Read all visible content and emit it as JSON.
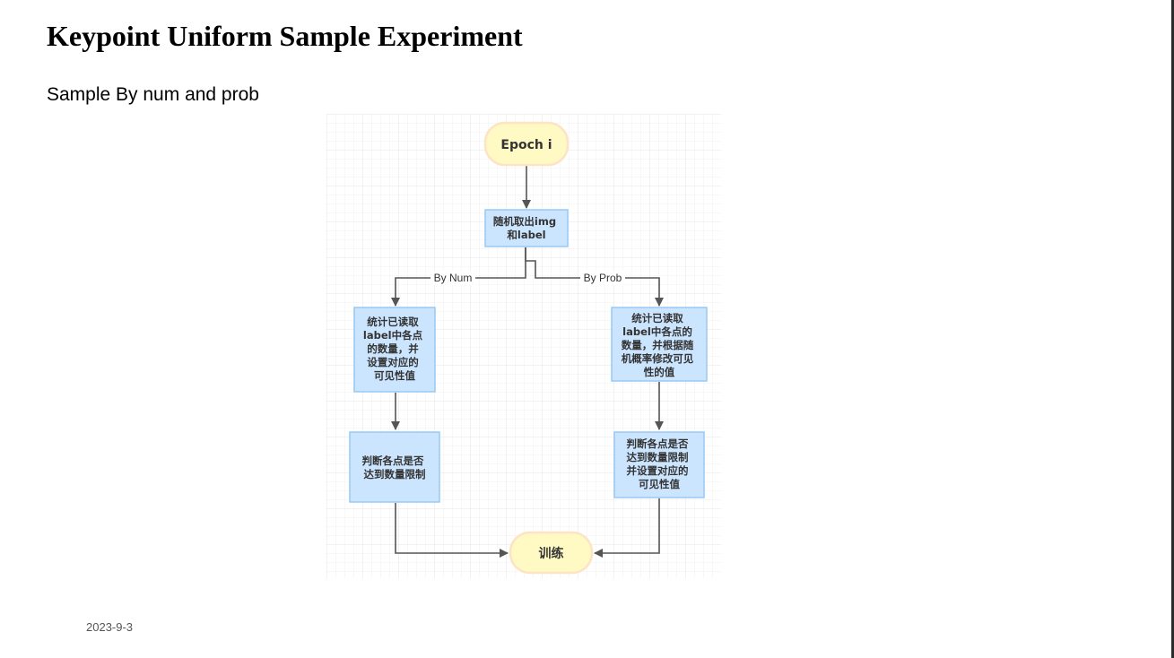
{
  "header": {
    "title": "Keypoint Uniform Sample Experiment",
    "subtitle": "Sample By num and prob"
  },
  "diagram": {
    "nodes": {
      "start": "Epoch i",
      "sample": [
        "随机取出img",
        "和label"
      ],
      "num_count": [
        "统计已读取",
        "label中各点",
        "的数量，并",
        "设置对应的",
        "可见性值"
      ],
      "num_check": [
        "判断各点是否",
        "达到数量限制"
      ],
      "prob_count": [
        "统计已读取",
        "label中各点的",
        "数量，并根据随",
        "机概率修改可见",
        "性的值"
      ],
      "prob_check": [
        "判断各点是否",
        "达到数量限制",
        "并设置对应的",
        "可见性值"
      ],
      "train": "训练"
    },
    "edges": {
      "by_num": "By Num",
      "by_prob": "By Prob"
    },
    "colors": {
      "terminal_fill": "#FFF9C4",
      "terminal_stroke": "#FCE4C4",
      "process_fill": "#CCE5FF",
      "process_stroke": "#99C8F5",
      "edge": "#555555",
      "grid": "#ECECEC"
    }
  },
  "footer": {
    "date": "2023-9-3"
  }
}
